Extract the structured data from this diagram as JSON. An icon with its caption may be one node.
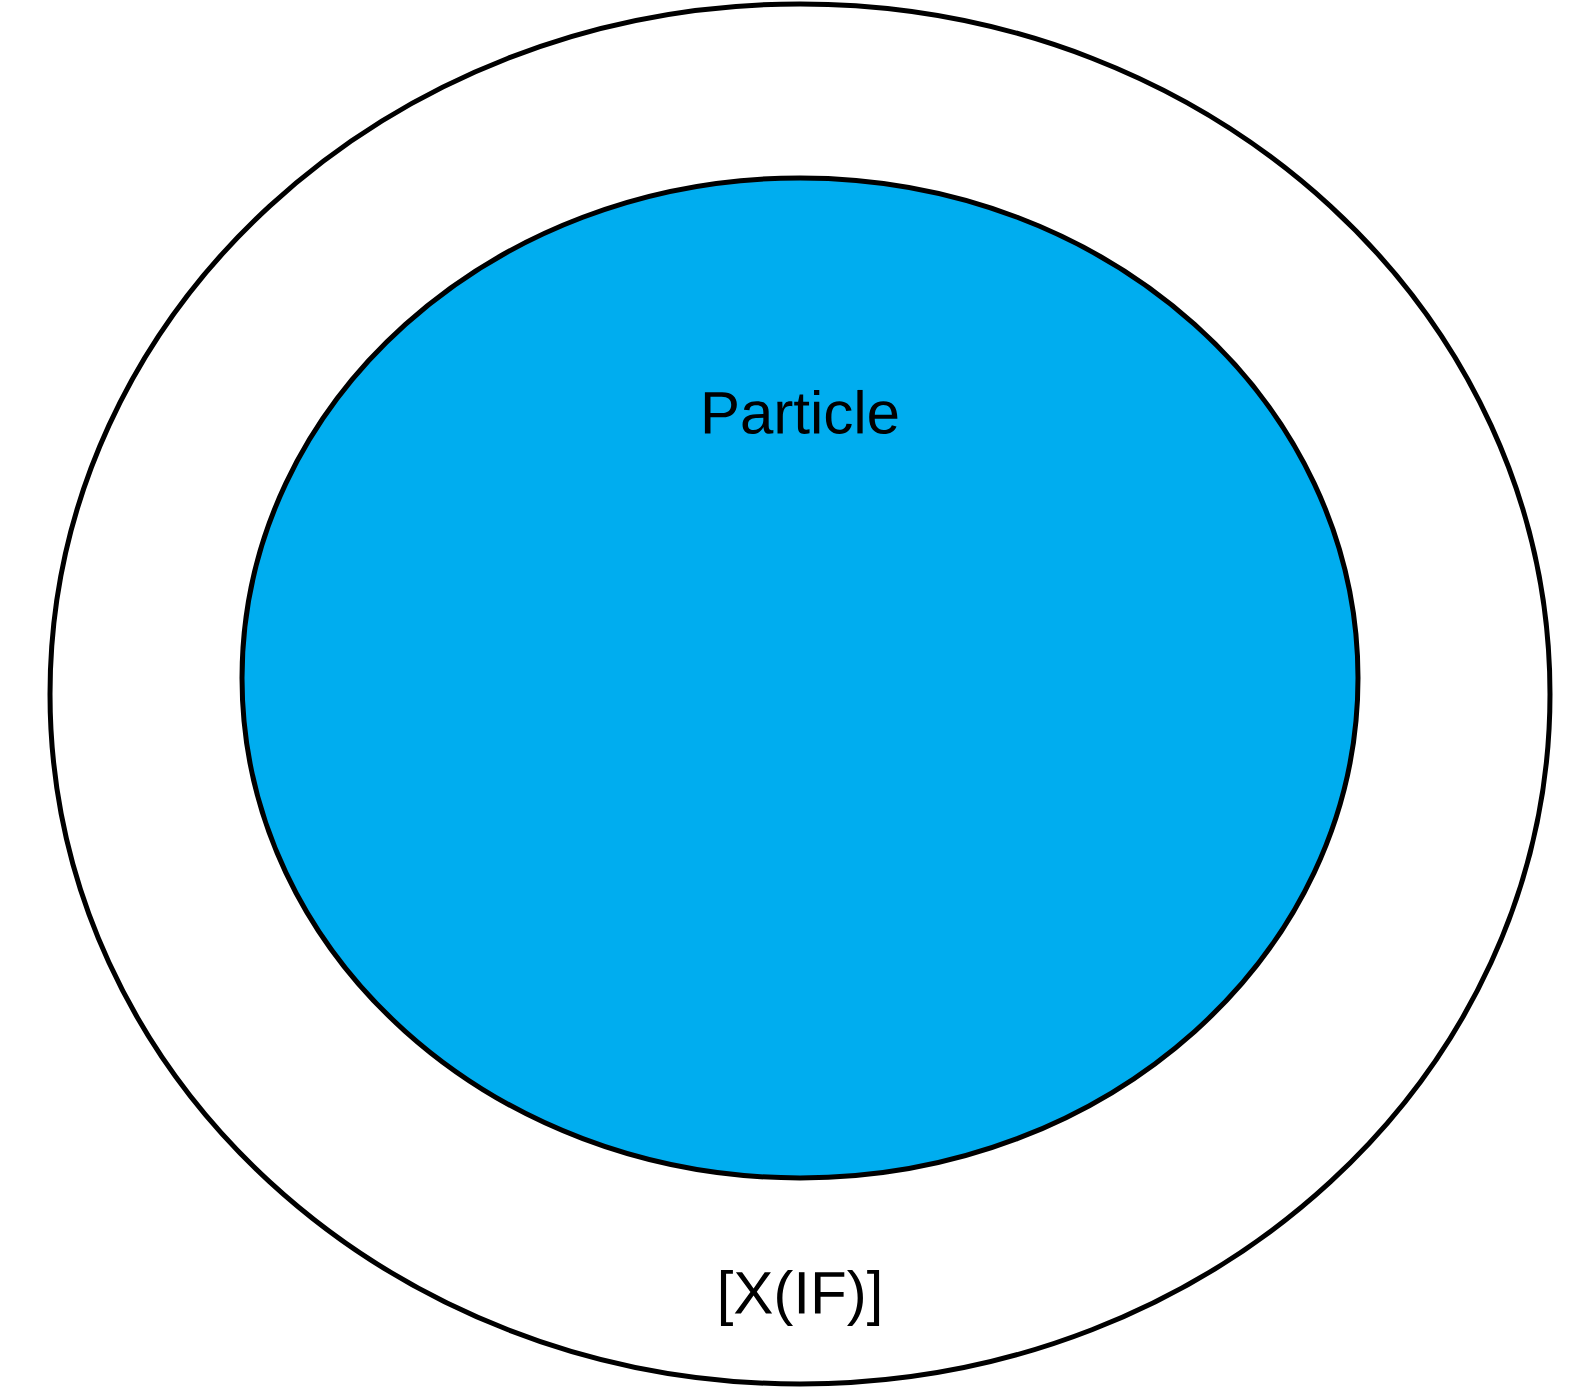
{
  "diagram": {
    "nodes": [
      {
        "text": [
          "[X(IF)]"
        ]
      },
      {
        "text": [
          "Particle"
        ],
        "in": 0
      }
    ]
  }
}
